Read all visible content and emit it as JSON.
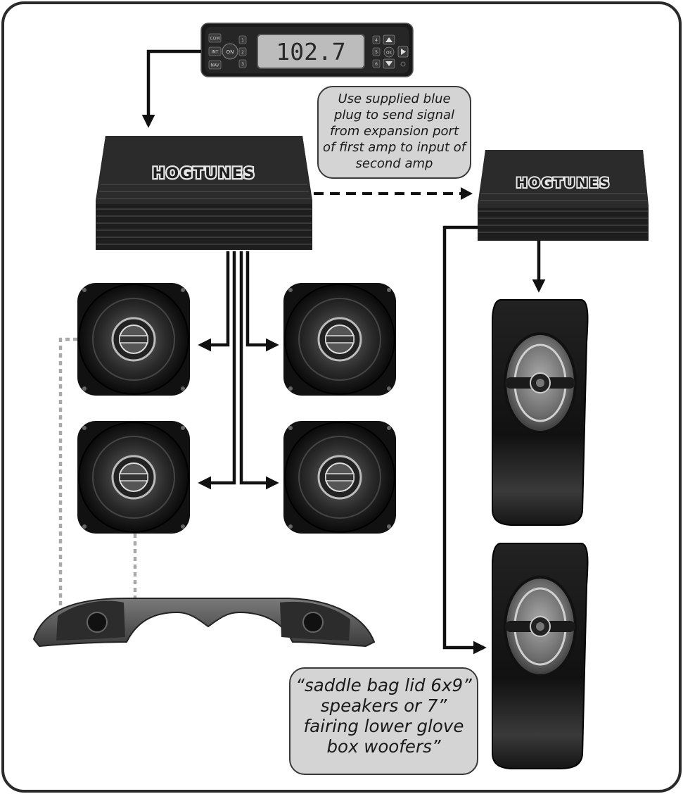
{
  "head_unit": {
    "display": "102.7",
    "buttons_left": [
      "COM",
      "INT",
      "NAV"
    ],
    "power_label": "ON",
    "buttons_mid": [
      "1",
      "2",
      "3"
    ],
    "buttons_right": [
      "4",
      "5",
      "6"
    ],
    "ok_label": "OK"
  },
  "amp1": {
    "brand": "HOGTUNES"
  },
  "amp2": {
    "brand": "HOGTUNES"
  },
  "note_link": {
    "lines": [
      "Use supplied blue",
      "plug to send signal",
      "from expansion port",
      "of first amp to input of",
      "second amp"
    ]
  },
  "note_speakers": {
    "lines": [
      "“saddle bag lid 6x9”",
      "speakers or 7”",
      "fairing lower glove",
      "box woofers”"
    ]
  },
  "colors": {
    "border": "#2a2a2a",
    "amp_body": "#1e1e1e",
    "speaker_dark": "#111111",
    "note_fill": "#d4d4d4",
    "dotted_line": "#a9a9a9"
  }
}
